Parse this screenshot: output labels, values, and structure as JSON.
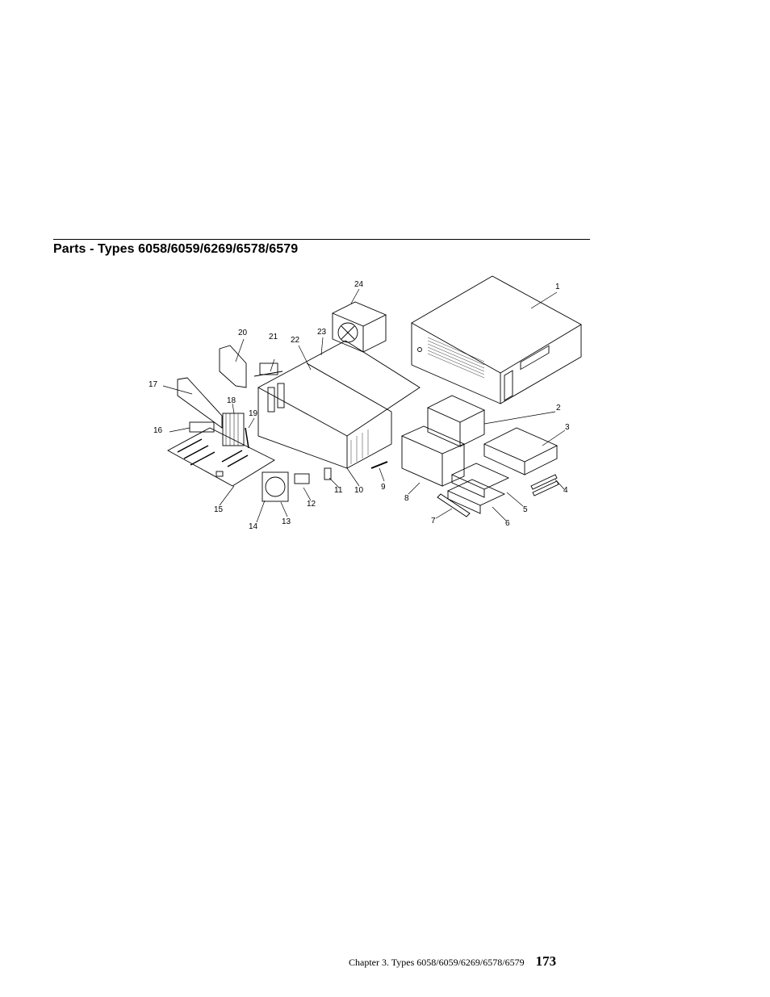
{
  "section": {
    "title": "Parts - Types 6058/6059/6269/6578/6579"
  },
  "figure": {
    "callouts": [
      "1",
      "2",
      "3",
      "4",
      "5",
      "6",
      "7",
      "8",
      "9",
      "10",
      "11",
      "12",
      "13",
      "14",
      "15",
      "16",
      "17",
      "18",
      "19",
      "20",
      "21",
      "22",
      "23",
      "24"
    ]
  },
  "footer": {
    "chapter": "Chapter 3. Types 6058/6059/6269/6578/6579",
    "page_number": "173"
  }
}
